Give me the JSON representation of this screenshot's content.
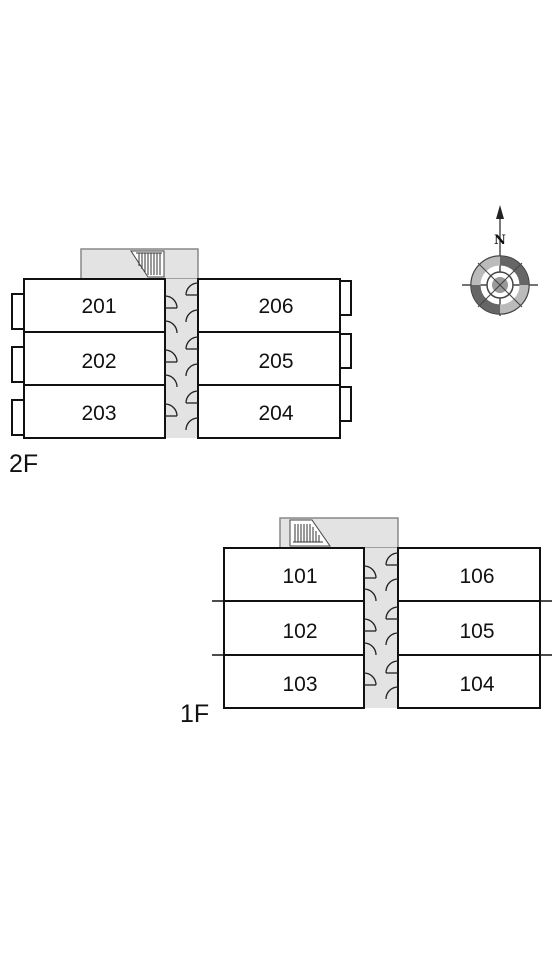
{
  "compass": {
    "label": "N"
  },
  "floors": [
    {
      "label": "2F",
      "units": [
        {
          "id": "201"
        },
        {
          "id": "202"
        },
        {
          "id": "203"
        },
        {
          "id": "206"
        },
        {
          "id": "205"
        },
        {
          "id": "204"
        }
      ]
    },
    {
      "label": "1F",
      "units": [
        {
          "id": "101"
        },
        {
          "id": "102"
        },
        {
          "id": "103"
        },
        {
          "id": "106"
        },
        {
          "id": "105"
        },
        {
          "id": "104"
        }
      ]
    }
  ]
}
